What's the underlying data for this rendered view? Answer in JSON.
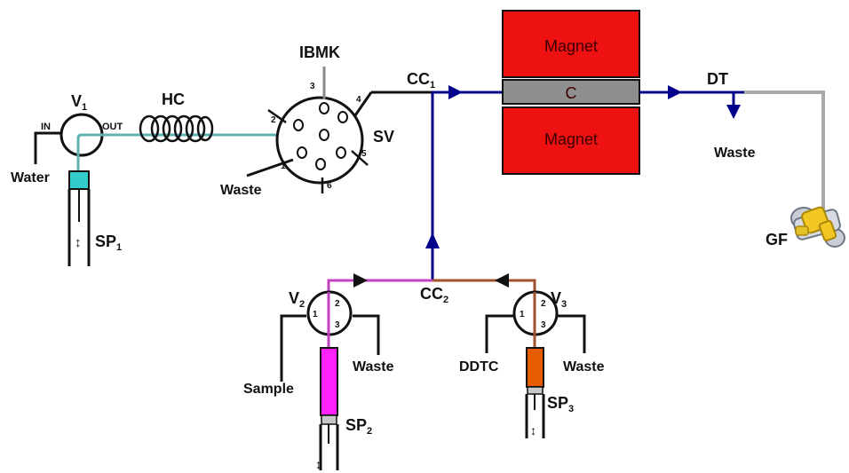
{
  "colors": {
    "blue_line": "#00008b",
    "teal_line": "#5fb3b3",
    "magenta_line": "#c040c0",
    "brown_line": "#a0522d",
    "gray_line": "#a8a8a8",
    "magnet_red": "#ee1111",
    "cyan_plug": "#33cccc",
    "magenta_syringe": "#ff22ff",
    "orange_syringe": "#e65c00",
    "gf_yellow": "#f2c623"
  },
  "labels": {
    "water": "Water",
    "in": "IN",
    "out": "OUT",
    "v1": "V",
    "v1_sub": "1",
    "hc": "HC",
    "sp1": "SP",
    "sp1_sub": "1",
    "ibmk": "IBMK",
    "sv": "SV",
    "waste_sv": "Waste",
    "cc1": "CC",
    "cc1_sub": "1",
    "magnet_top": "Magnet",
    "magnet_bottom": "Magnet",
    "column": "C",
    "dt": "DT",
    "waste_dt": "Waste",
    "gf": "GF",
    "cc2": "CC",
    "cc2_sub": "2",
    "v2": "V",
    "v2_sub": "2",
    "sample": "Sample",
    "waste_v2": "Waste",
    "sp2": "SP",
    "sp2_sub": "2",
    "v3": "V",
    "v3_sub": "3",
    "ddtc": "DDTC",
    "waste_v3": "Waste",
    "sp3": "SP",
    "sp3_sub": "3"
  },
  "valve_ports": {
    "sv": [
      "1",
      "2",
      "3",
      "4",
      "5",
      "6"
    ],
    "v2": [
      "1",
      "2",
      "3"
    ],
    "v3": [
      "1",
      "2",
      "3"
    ]
  },
  "icons": {
    "syringe_motion": "↕"
  }
}
